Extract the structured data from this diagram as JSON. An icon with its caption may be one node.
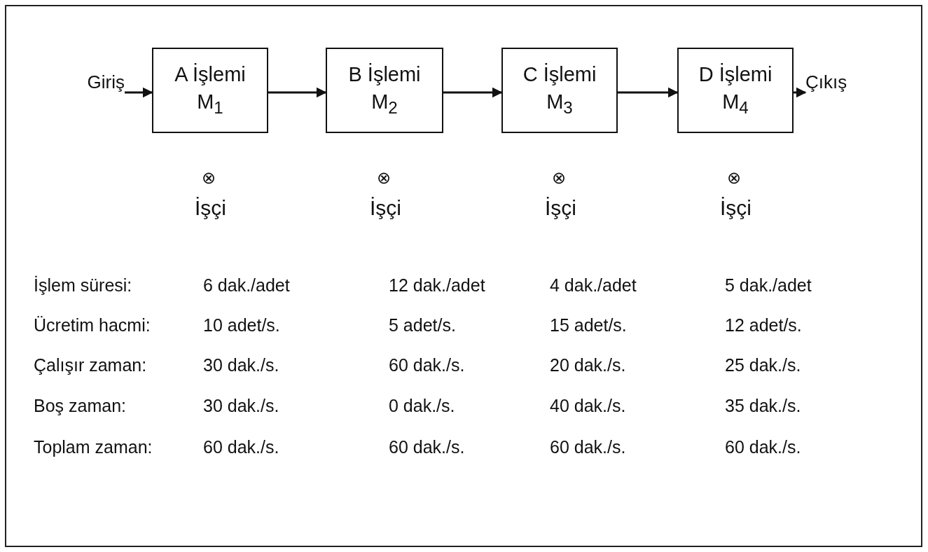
{
  "diagram": {
    "nodes": [
      {
        "text": [
          "Giriş"
        ]
      },
      {
        "text": [
          "A İşlemi M$_{1}$"
        ]
      },
      {
        "text": [
          "B İşlemi M$_{2}$"
        ]
      },
      {
        "text": [
          "C İşlemi M$_{3}$"
        ]
      },
      {
        "text": [
          "D İşlemi M$_{4}$"
        ]
      },
      {
        "text": [
          "Çıkış"
        ]
      }
    ],
    "edges": [
      {
        "from": 0,
        "to": 1,
        "arrow": "to"
      },
      {
        "from": 1,
        "to": 2,
        "arrow": "to"
      },
      {
        "from": 2,
        "to": 3,
        "arrow": "to"
      },
      {
        "from": 3,
        "to": 4,
        "arrow": "to"
      },
      {
        "from": 4,
        "to": 5,
        "arrow": "to"
      }
    ],
    "labels": [
      "⊗",
      "İşçi",
      "⊗",
      "İşçi",
      "⊗",
      "İşçi",
      "⊗",
      "İşçi",
      "İşlem süresi:",
      "6 dak./adet",
      "12 dak./adet",
      "4 dak./adet",
      "5 dak./adet",
      "Ücretim hacmi:",
      "10 adet/s.",
      "5 adet/s.",
      "15 adet/s.",
      "12 adet/s.",
      "Çalışır zaman:",
      "30 dak./s.",
      "60 dak./s.",
      "20 dak./s.",
      "25 dak./s.",
      "Boş zaman:",
      "30 dak./s.",
      "0 dak./s.",
      "40 dak./s.",
      "35 dak./s.",
      "Toplam zaman:",
      "60 dak./s.",
      "60 dak./s.",
      "60 dak./s.",
      "60 dak./s."
    ]
  }
}
